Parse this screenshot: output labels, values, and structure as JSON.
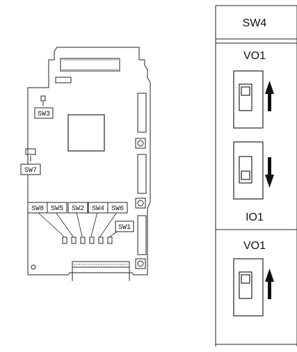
{
  "board": {
    "labels": {
      "sw3": "SW3",
      "sw7": "SW7",
      "sw8": "SW8",
      "sw5": "SW5",
      "sw2": "SW2",
      "sw4": "SW4",
      "sw6": "SW6",
      "sw1": "SW1"
    }
  },
  "table": {
    "header": "SW4",
    "row1_label_top": "VO1",
    "row1_label_bottom": "IO1",
    "row2_label": "VO1"
  }
}
